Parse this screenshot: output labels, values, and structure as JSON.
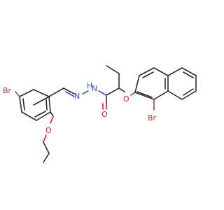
{
  "molecule": {
    "atoms": {
      "br_left": "Br",
      "o_ether_left": "O",
      "nh": "H",
      "nh_n": "N",
      "n_imine": "N",
      "o_carbonyl": "O",
      "o_ether_right": "O",
      "br_right": "Br"
    },
    "colors": {
      "carbon_bond": "#2b2b2b",
      "bromine": "#a5402a",
      "oxygen": "#e02020",
      "nitrogen": "#3a4fd0"
    }
  }
}
